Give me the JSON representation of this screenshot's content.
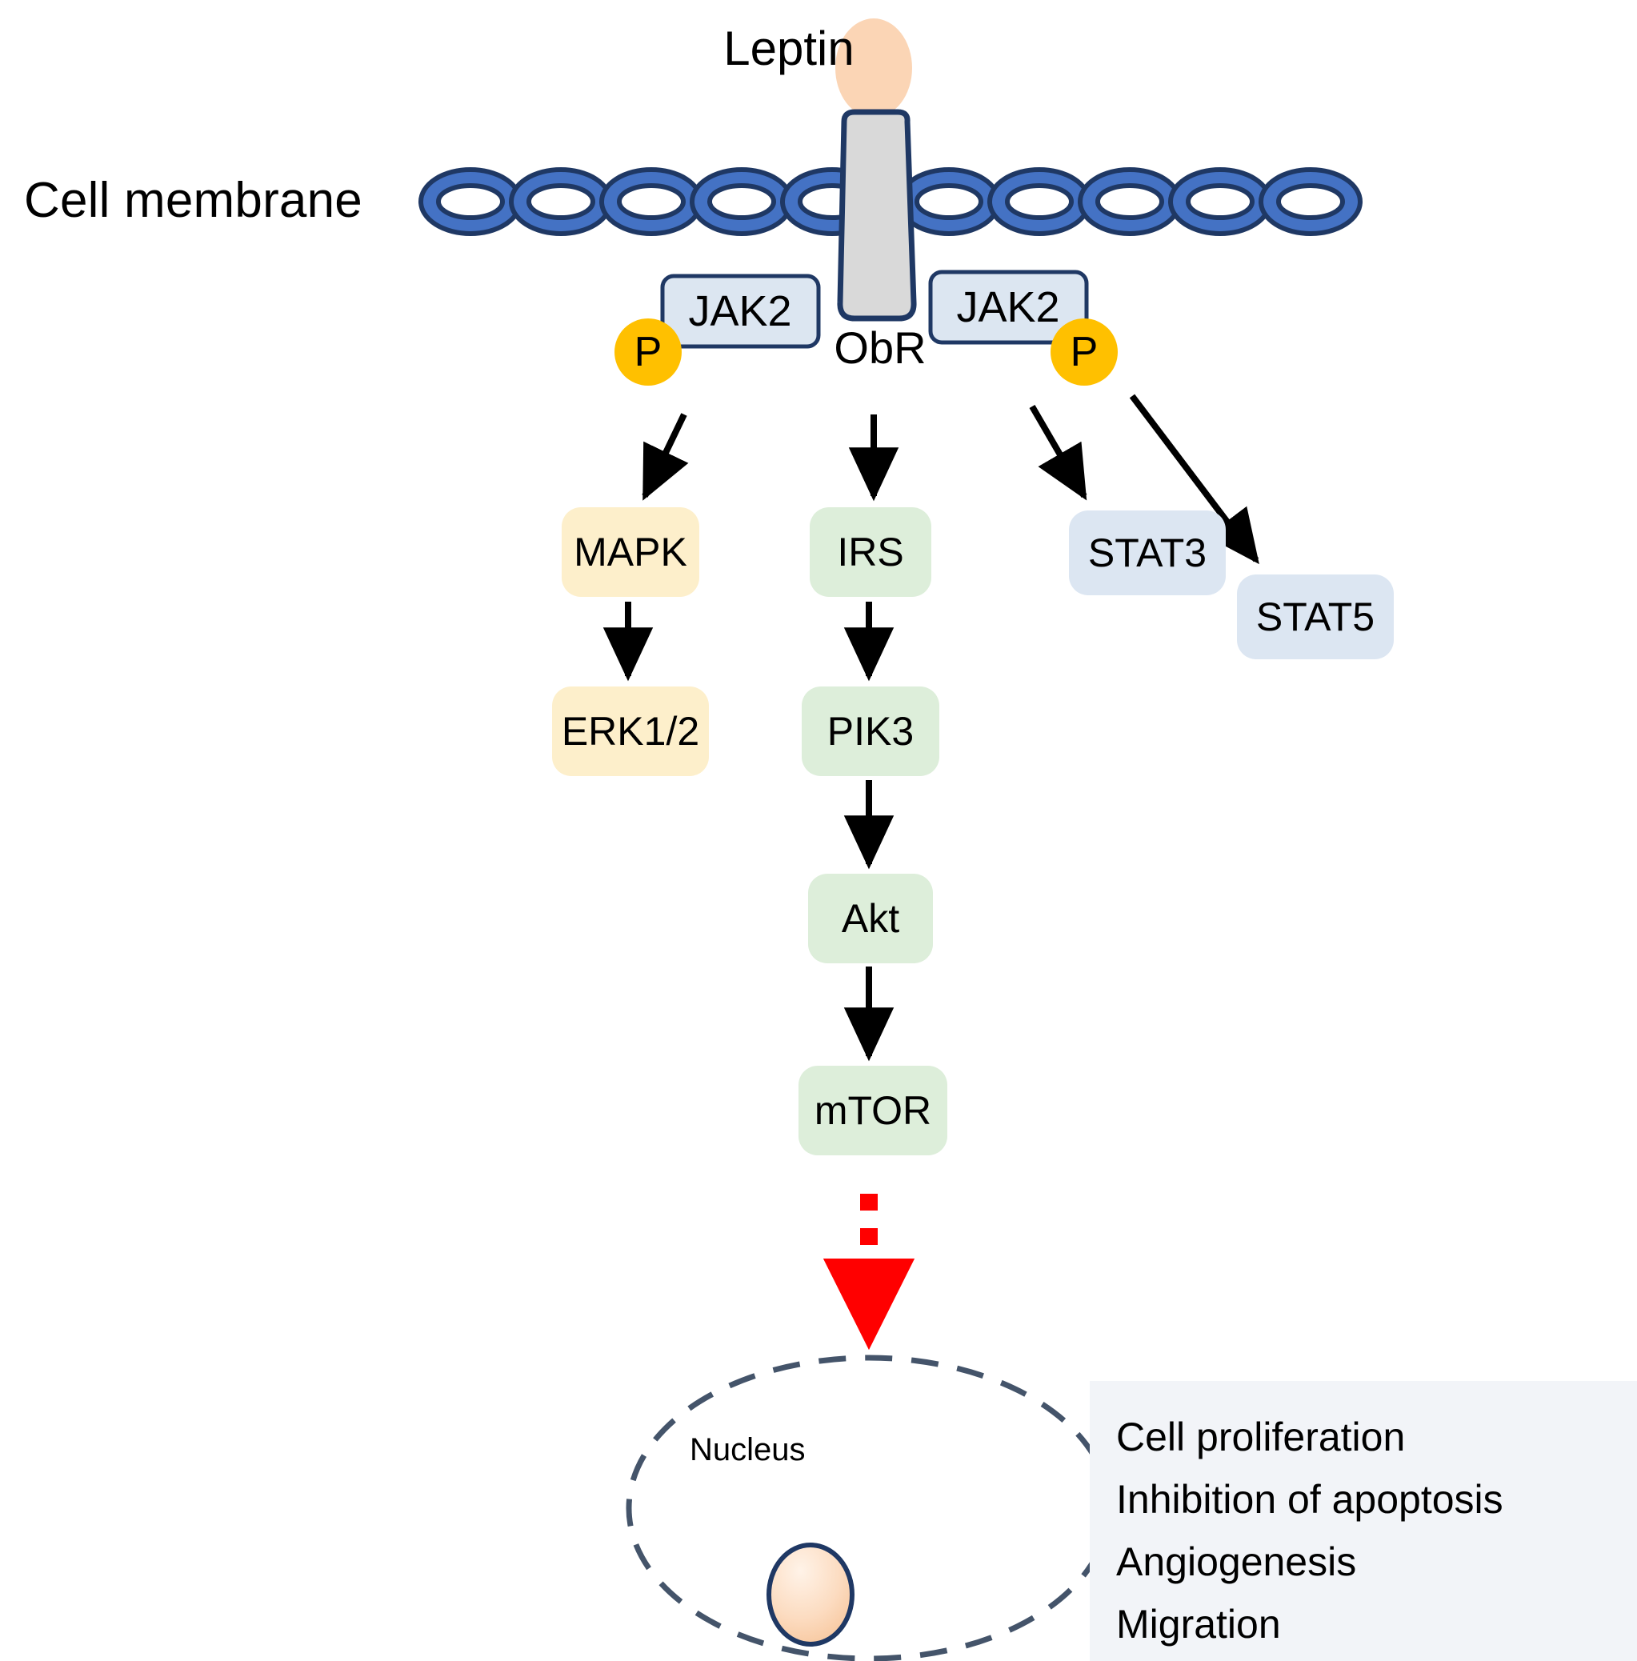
{
  "diagram": {
    "title": "Leptin receptor signaling pathway",
    "ligand": {
      "label": "Leptin"
    },
    "membrane": {
      "label": "Cell membrane"
    },
    "receptor": {
      "label": "ObR"
    },
    "kinases": [
      {
        "label": "JAK2",
        "side": "left"
      },
      {
        "label": "JAK2",
        "side": "right"
      }
    ],
    "phosphate_marks": [
      {
        "label": "P",
        "side": "left"
      },
      {
        "label": "P",
        "side": "right"
      }
    ],
    "nodes": [
      {
        "id": "mapk",
        "label": "MAPK",
        "family": "mapk"
      },
      {
        "id": "erk",
        "label": "ERK1/2",
        "family": "mapk"
      },
      {
        "id": "irs",
        "label": "IRS",
        "family": "pi3k"
      },
      {
        "id": "pik3",
        "label": "PIK3",
        "family": "pi3k"
      },
      {
        "id": "akt",
        "label": "Akt",
        "family": "pi3k"
      },
      {
        "id": "mtor",
        "label": "mTOR",
        "family": "pi3k"
      },
      {
        "id": "stat3",
        "label": "STAT3",
        "family": "stat"
      },
      {
        "id": "stat5",
        "label": "STAT5",
        "family": "stat"
      }
    ],
    "nucleus": {
      "label": "Nucleus"
    },
    "outcomes": [
      "Cell proliferation",
      "Inhibition of apoptosis",
      "Angiogenesis",
      "Migration"
    ],
    "colors": {
      "membrane_fill": "#4472C4",
      "membrane_stroke": "#1F3864",
      "receptor_fill": "#D9D9D9",
      "receptor_stroke": "#1F3864",
      "ligand_fill": "#FBD5B5",
      "jak2_fill": "#DCE6F1",
      "jak2_stroke": "#1F3864",
      "phosphate_fill": "#FFC000",
      "mapk_fill": "#FDEFCB",
      "pi3k_fill": "#DDEEDA",
      "stat_fill": "#DCE6F2",
      "arrow": "#000000",
      "nuclear_arrow": "#FF0000",
      "nucleus_stroke": "#44546A",
      "nucleolus_fill": "#FBD5B5",
      "outcome_box_fill": "#F2F4F8"
    }
  }
}
